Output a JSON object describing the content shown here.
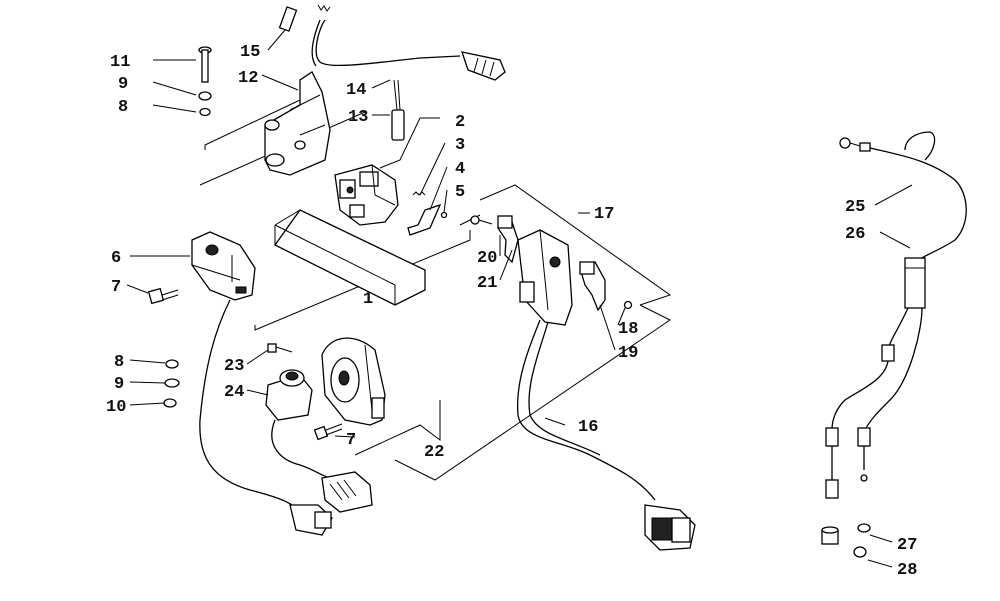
{
  "callouts": {
    "c1": "1",
    "c2": "2",
    "c3": "3",
    "c4": "4",
    "c5": "5",
    "c6": "6",
    "c7a": "7",
    "c7b": "7",
    "c8a": "8",
    "c8b": "8",
    "c9a": "9",
    "c9b": "9",
    "c10": "10",
    "c11": "11",
    "c12": "12",
    "c13": "13",
    "c14": "14",
    "c15": "15",
    "c16": "16",
    "c17": "17",
    "c18": "18",
    "c19": "19",
    "c20": "20",
    "c21": "21",
    "c22": "22",
    "c23": "23",
    "c24": "24",
    "c25": "25",
    "c26": "26",
    "c27": "27",
    "c28": "28"
  }
}
